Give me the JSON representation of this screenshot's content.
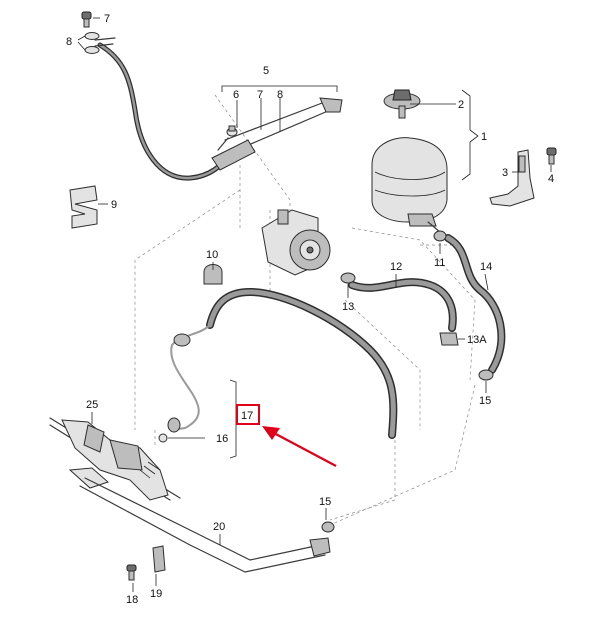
{
  "callouts": [
    {
      "id": "c7a",
      "text": "7"
    },
    {
      "id": "c8a",
      "text": "8"
    },
    {
      "id": "c5",
      "text": "5"
    },
    {
      "id": "c6",
      "text": "6"
    },
    {
      "id": "c7b",
      "text": "7"
    },
    {
      "id": "c8b",
      "text": "8"
    },
    {
      "id": "c2",
      "text": "2"
    },
    {
      "id": "c1",
      "text": "1"
    },
    {
      "id": "c3",
      "text": "3"
    },
    {
      "id": "c4",
      "text": "4"
    },
    {
      "id": "c9",
      "text": "9"
    },
    {
      "id": "c10",
      "text": "10"
    },
    {
      "id": "c11",
      "text": "11"
    },
    {
      "id": "c12",
      "text": "12"
    },
    {
      "id": "c14",
      "text": "14"
    },
    {
      "id": "c13",
      "text": "13"
    },
    {
      "id": "c13a",
      "text": "13A"
    },
    {
      "id": "c15a",
      "text": "15"
    },
    {
      "id": "c25",
      "text": "25"
    },
    {
      "id": "c17",
      "text": "17"
    },
    {
      "id": "c16",
      "text": "16"
    },
    {
      "id": "c15b",
      "text": "15"
    },
    {
      "id": "c20",
      "text": "20"
    },
    {
      "id": "c18",
      "text": "18"
    },
    {
      "id": "c19",
      "text": "19"
    }
  ],
  "highlight": {
    "label": "17",
    "color": "#e0001a"
  },
  "colors": {
    "line": "#2e2e2e",
    "hose_fill": "#9a9a9a",
    "guide": "#8a8a8a",
    "highlight": "#e0001a"
  }
}
